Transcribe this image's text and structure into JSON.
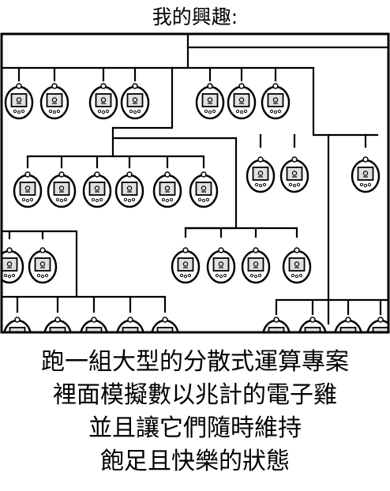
{
  "title": "我的興趣:",
  "caption": {
    "lines": [
      "跑一組大型的分散式運算專案",
      "裡面模擬數以兆計的電子雞",
      "並且讓它們隨時維持",
      "飽足且快樂的狀態"
    ]
  },
  "colors": {
    "ink": "#000000",
    "background": "#ffffff",
    "screen": "#e0e0e0"
  },
  "icons": {
    "device": "tamagotchi-icon"
  }
}
